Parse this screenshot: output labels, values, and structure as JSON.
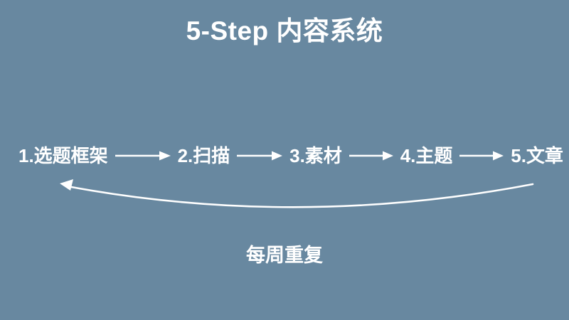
{
  "slide": {
    "background_color": "#6888a0",
    "text_color": "#ffffff",
    "title": "5-Step 内容系统"
  },
  "flow": {
    "steps": [
      {
        "label": "1.选题框架"
      },
      {
        "label": "2.扫描"
      },
      {
        "label": "3.素材"
      },
      {
        "label": "4.主题"
      },
      {
        "label": "5.文章"
      }
    ],
    "connectors": [
      {
        "icon": "arrow-right-icon",
        "length": 78
      },
      {
        "icon": "arrow-right-icon",
        "length": 64
      },
      {
        "icon": "arrow-right-icon",
        "length": 62
      },
      {
        "icon": "arrow-right-icon",
        "length": 62
      }
    ]
  },
  "loop": {
    "icon": "curved-arrow-left-icon",
    "label": "每周重复"
  }
}
